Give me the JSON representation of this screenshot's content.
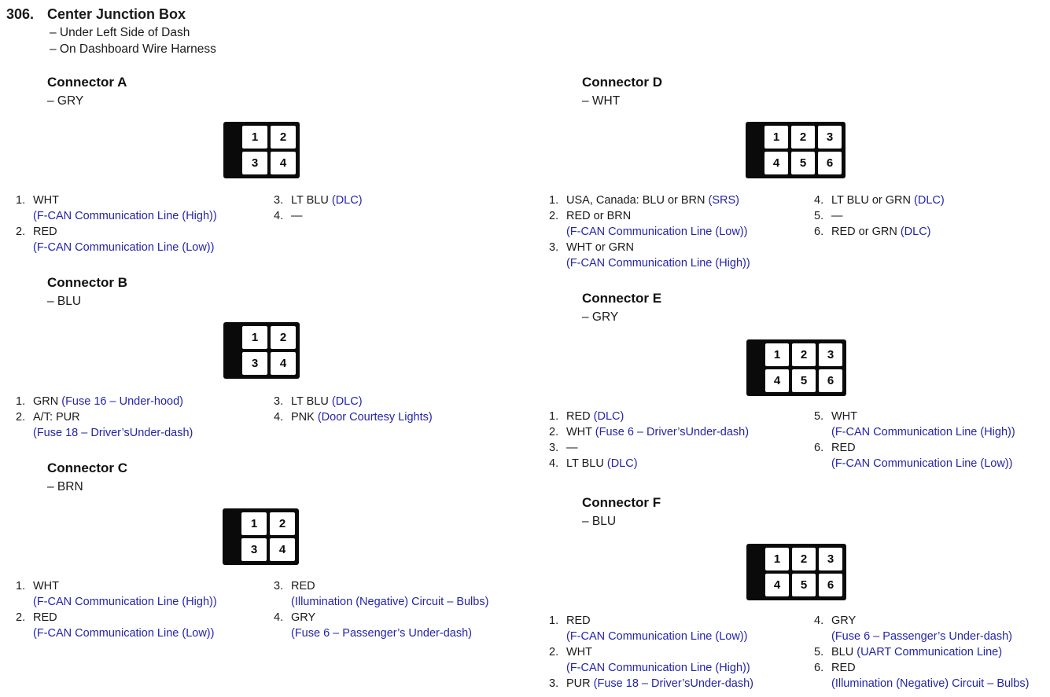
{
  "page": {
    "number": "306.",
    "title": "Center Junction Box",
    "subtitles": [
      "– Under Left Side of Dash",
      "– On Dashboard Wire Harness"
    ]
  },
  "colors": {
    "link_blue": "#2424aa",
    "text_black": "#1a1a1a",
    "diagram_black": "#0a0a0a",
    "background": "#ffffff"
  },
  "connectors": [
    {
      "id": "A",
      "heading": "Connector A",
      "color_note": "– GRY",
      "pin_grid": [
        [
          "1",
          "2"
        ],
        [
          "3",
          "4"
        ]
      ],
      "pin_columns": [
        [
          {
            "num": "1.",
            "lines": [
              [
                {
                  "t": "WHT"
                }
              ],
              [
                {
                  "t": "(F-CAN Communication Line (High))",
                  "blue": true
                }
              ]
            ]
          },
          {
            "num": "2.",
            "lines": [
              [
                {
                  "t": "RED"
                }
              ],
              [
                {
                  "t": "(F-CAN Communication Line (Low))",
                  "blue": true
                }
              ]
            ]
          }
        ],
        [
          {
            "num": "3.",
            "lines": [
              [
                {
                  "t": "LT BLU "
                },
                {
                  "t": "(DLC)",
                  "blue": true
                }
              ]
            ]
          },
          {
            "num": "4.",
            "lines": [
              [
                {
                  "t": "—"
                }
              ]
            ]
          }
        ]
      ]
    },
    {
      "id": "B",
      "heading": "Connector B",
      "color_note": "– BLU",
      "pin_grid": [
        [
          "1",
          "2"
        ],
        [
          "3",
          "4"
        ]
      ],
      "pin_columns": [
        [
          {
            "num": "1.",
            "lines": [
              [
                {
                  "t": "GRN "
                },
                {
                  "t": "(Fuse 16 – Under-hood)",
                  "blue": true
                }
              ]
            ]
          },
          {
            "num": "2.",
            "lines": [
              [
                {
                  "t": "A/T: PUR"
                }
              ],
              [
                {
                  "t": "(Fuse 18 – Driver’sUnder-dash)",
                  "blue": true
                }
              ]
            ]
          }
        ],
        [
          {
            "num": "3.",
            "lines": [
              [
                {
                  "t": "LT BLU "
                },
                {
                  "t": "(DLC)",
                  "blue": true
                }
              ]
            ]
          },
          {
            "num": "4.",
            "lines": [
              [
                {
                  "t": "PNK "
                },
                {
                  "t": "(Door Courtesy Lights)",
                  "blue": true
                }
              ]
            ]
          }
        ]
      ]
    },
    {
      "id": "C",
      "heading": "Connector C",
      "color_note": "– BRN",
      "pin_grid": [
        [
          "1",
          "2"
        ],
        [
          "3",
          "4"
        ]
      ],
      "pin_columns": [
        [
          {
            "num": "1.",
            "lines": [
              [
                {
                  "t": "WHT"
                }
              ],
              [
                {
                  "t": "(F-CAN Communication Line (High))",
                  "blue": true
                }
              ]
            ]
          },
          {
            "num": "2.",
            "lines": [
              [
                {
                  "t": "RED"
                }
              ],
              [
                {
                  "t": "(F-CAN Communication Line (Low))",
                  "blue": true
                }
              ]
            ]
          }
        ],
        [
          {
            "num": "3.",
            "lines": [
              [
                {
                  "t": "RED"
                }
              ],
              [
                {
                  "t": "(Illumination (Negative) Circuit – Bulbs)",
                  "blue": true
                }
              ]
            ]
          },
          {
            "num": "4.",
            "lines": [
              [
                {
                  "t": "GRY"
                }
              ],
              [
                {
                  "t": "(Fuse 6 – Passenger’s Under-dash)",
                  "blue": true
                }
              ]
            ]
          }
        ]
      ]
    },
    {
      "id": "D",
      "heading": "Connector D",
      "color_note": "– WHT",
      "pin_grid": [
        [
          "1",
          "2",
          "3"
        ],
        [
          "4",
          "5",
          "6"
        ]
      ],
      "pin_columns": [
        [
          {
            "num": "1.",
            "lines": [
              [
                {
                  "t": "USA, Canada: BLU or BRN "
                },
                {
                  "t": "(SRS)",
                  "blue": true
                }
              ]
            ]
          },
          {
            "num": "2.",
            "lines": [
              [
                {
                  "t": "RED or BRN"
                }
              ],
              [
                {
                  "t": "(F-CAN Communication Line (Low))",
                  "blue": true
                }
              ]
            ]
          },
          {
            "num": "3.",
            "lines": [
              [
                {
                  "t": "WHT or GRN"
                }
              ],
              [
                {
                  "t": "(F-CAN Communication Line (High))",
                  "blue": true
                }
              ]
            ]
          }
        ],
        [
          {
            "num": "4.",
            "lines": [
              [
                {
                  "t": "LT BLU or GRN "
                },
                {
                  "t": "(DLC)",
                  "blue": true
                }
              ]
            ]
          },
          {
            "num": "5.",
            "lines": [
              [
                {
                  "t": "—"
                }
              ]
            ]
          },
          {
            "num": "6.",
            "lines": [
              [
                {
                  "t": "RED or GRN "
                },
                {
                  "t": "(DLC)",
                  "blue": true
                }
              ]
            ]
          }
        ]
      ]
    },
    {
      "id": "E",
      "heading": "Connector E",
      "color_note": "– GRY",
      "pin_grid": [
        [
          "1",
          "2",
          "3"
        ],
        [
          "4",
          "5",
          "6"
        ]
      ],
      "pin_columns": [
        [
          {
            "num": "1.",
            "lines": [
              [
                {
                  "t": "RED "
                },
                {
                  "t": "(DLC)",
                  "blue": true
                }
              ]
            ]
          },
          {
            "num": "2.",
            "lines": [
              [
                {
                  "t": "WHT "
                },
                {
                  "t": "(Fuse 6 – Driver’sUnder-dash)",
                  "blue": true
                }
              ]
            ]
          },
          {
            "num": "3.",
            "lines": [
              [
                {
                  "t": "—"
                }
              ]
            ]
          },
          {
            "num": "4.",
            "lines": [
              [
                {
                  "t": "LT BLU "
                },
                {
                  "t": "(DLC)",
                  "blue": true
                }
              ]
            ]
          }
        ],
        [
          {
            "num": "5.",
            "lines": [
              [
                {
                  "t": "WHT"
                }
              ],
              [
                {
                  "t": "(F-CAN Communication Line (High))",
                  "blue": true
                }
              ]
            ]
          },
          {
            "num": "6.",
            "lines": [
              [
                {
                  "t": "RED"
                }
              ],
              [
                {
                  "t": "(F-CAN Communication Line (Low))",
                  "blue": true
                }
              ]
            ]
          }
        ]
      ]
    },
    {
      "id": "F",
      "heading": "Connector F",
      "color_note": "– BLU",
      "pin_grid": [
        [
          "1",
          "2",
          "3"
        ],
        [
          "4",
          "5",
          "6"
        ]
      ],
      "pin_columns": [
        [
          {
            "num": "1.",
            "lines": [
              [
                {
                  "t": "RED"
                }
              ],
              [
                {
                  "t": "(F-CAN Communication Line (Low))",
                  "blue": true
                }
              ]
            ]
          },
          {
            "num": "2.",
            "lines": [
              [
                {
                  "t": "WHT"
                }
              ],
              [
                {
                  "t": "(F-CAN Communication Line (High))",
                  "blue": true
                }
              ]
            ]
          },
          {
            "num": "3.",
            "lines": [
              [
                {
                  "t": "PUR "
                },
                {
                  "t": "(Fuse 18 – Driver’sUnder-dash)",
                  "blue": true
                }
              ]
            ]
          }
        ],
        [
          {
            "num": "4.",
            "lines": [
              [
                {
                  "t": "GRY"
                }
              ],
              [
                {
                  "t": "(Fuse 6 – Passenger’s Under-dash)",
                  "blue": true
                }
              ]
            ]
          },
          {
            "num": "5.",
            "lines": [
              [
                {
                  "t": "BLU "
                },
                {
                  "t": "(UART Communication Line)",
                  "blue": true
                }
              ]
            ]
          },
          {
            "num": "6.",
            "lines": [
              [
                {
                  "t": "RED"
                }
              ],
              [
                {
                  "t": "(Illumination (Negative) Circuit – Bulbs)",
                  "blue": true
                }
              ]
            ]
          }
        ]
      ]
    }
  ]
}
